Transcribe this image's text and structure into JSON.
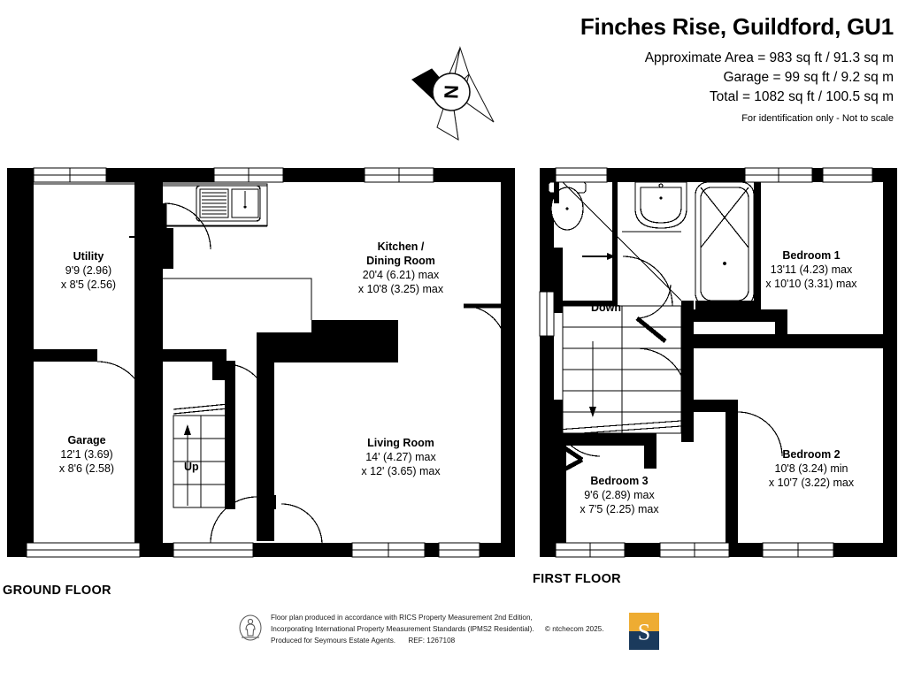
{
  "header": {
    "title": "Finches Rise, Guildford, GU1",
    "lines": [
      "Approximate Area = 983 sq ft / 91.3 sq m",
      "Garage = 99 sq ft / 9.2 sq m",
      "Total = 1082 sq ft / 100.5 sq m"
    ],
    "note": "For identification only - Not to scale"
  },
  "compass": {
    "label": "N",
    "name": "north-compass-rose"
  },
  "floors": {
    "ground": {
      "caption": "GROUND FLOOR"
    },
    "first": {
      "caption": "FIRST FLOOR"
    }
  },
  "rooms": {
    "utility": {
      "name": "Utility",
      "dim1": "9'9 (2.96)",
      "dim2": "x 8'5 (2.56)"
    },
    "kitchen_dining": {
      "name_line1": "Kitchen /",
      "name_line2": "Dining Room",
      "dim1": "20'4 (6.21) max",
      "dim2": "x 10'8 (3.25) max"
    },
    "garage": {
      "name": "Garage",
      "dim1": "12'1 (3.69)",
      "dim2": "x 8'6 (2.58)"
    },
    "living_room": {
      "name": "Living Room",
      "dim1": "14' (4.27) max",
      "dim2": "x 12' (3.65) max"
    },
    "bedroom1": {
      "name": "Bedroom 1",
      "dim1": "13'11 (4.23) max",
      "dim2": "x 10'10 (3.31) max"
    },
    "bedroom2": {
      "name": "Bedroom 2",
      "dim1": "10'8 (3.24) min",
      "dim2": "x 10'7 (3.22) max"
    },
    "bedroom3": {
      "name": "Bedroom 3",
      "dim1": "9'6 (2.89) max",
      "dim2": "x 7'5 (2.25) max"
    }
  },
  "stairs": {
    "up": "Up",
    "down": "Down"
  },
  "footer": {
    "line1": "Floor plan produced in accordance with RICS Property Measurement 2nd Edition,",
    "line2": "Incorporating International Property Measurement Standards (IPMS2 Residential).",
    "copyright": "© ntchecom 2025.",
    "line3": "Produced for Seymours Estate Agents.",
    "ref": "REF: 1267108",
    "logo_letter": "S"
  },
  "colors": {
    "wall": "#000000",
    "background": "#ffffff",
    "logo_top": "#eeac32",
    "logo_bottom": "#1b3a5c",
    "text": "#000000"
  }
}
